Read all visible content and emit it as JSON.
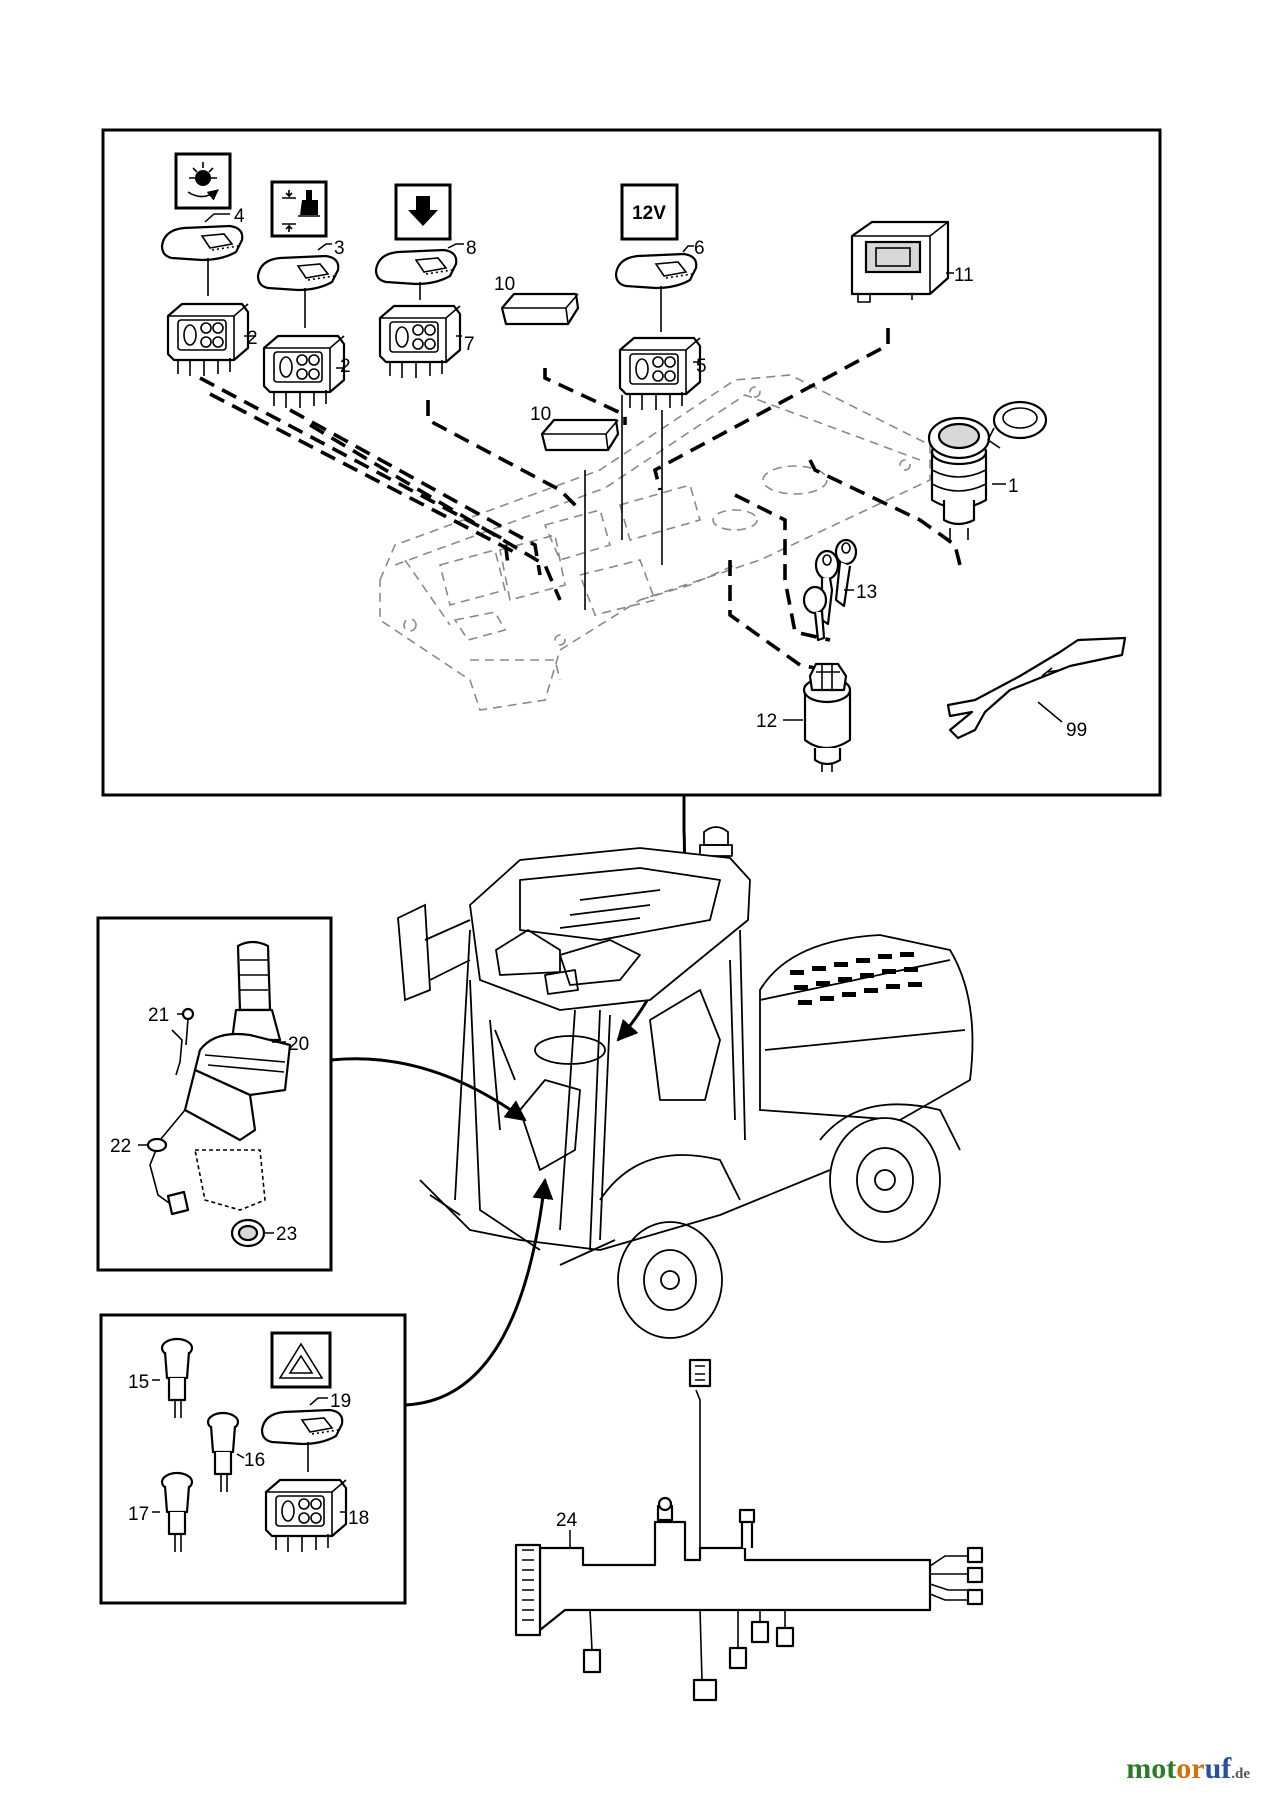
{
  "diagram": {
    "symbols": {
      "twelve_volt": "12V",
      "hazard_icon": "hazard-warning-triangle-icon",
      "worklight_icon": "rotating-beacon-icon",
      "float_icon": "boom-float-icon",
      "down_icon": "arrow-down-icon"
    },
    "callouts": {
      "c1": "1",
      "c2a": "2",
      "c2b": "2",
      "c3": "3",
      "c4": "4",
      "c5": "5",
      "c6": "6",
      "c7": "7",
      "c8": "8",
      "c10a": "10",
      "c10b": "10",
      "c11": "11",
      "c12": "12",
      "c13": "13",
      "c15": "15",
      "c16": "16",
      "c17": "17",
      "c18": "18",
      "c19": "19",
      "c20": "20",
      "c21": "21",
      "c22": "22",
      "c23": "23",
      "c24": "24",
      "c99": "99"
    }
  },
  "watermark": {
    "part1": "mot",
    "part2": "or",
    "part3": "uf",
    "tld": ".de"
  }
}
